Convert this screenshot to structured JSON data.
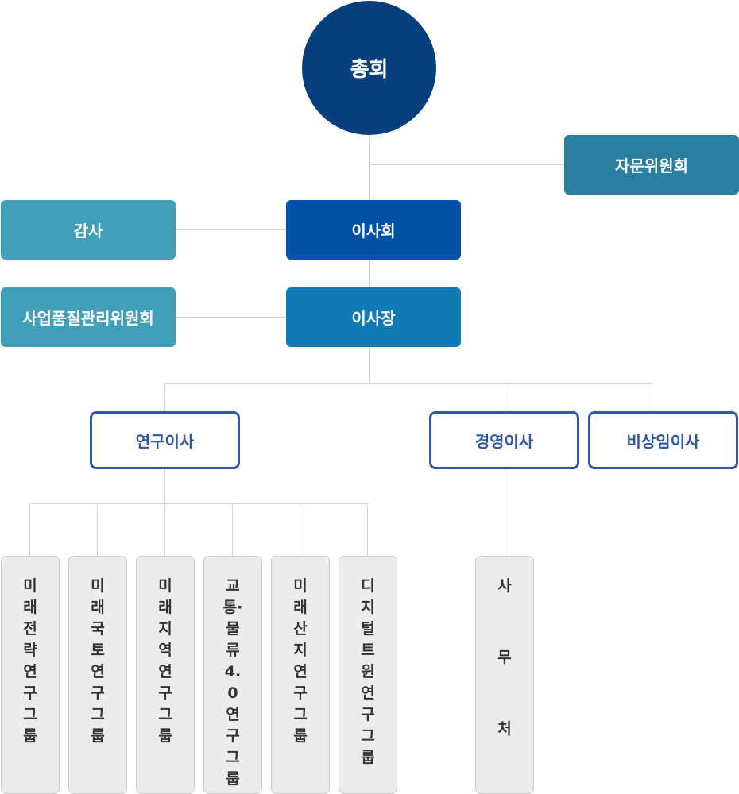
{
  "top": {
    "general_assembly": "총회",
    "advisory_committee": "자문위원회"
  },
  "board": {
    "audit": "감사",
    "board_of_directors": "이사회"
  },
  "president": {
    "quality_committee": "사업품질관리위원회",
    "chairman": "이사장"
  },
  "directors": {
    "research": "연구이사",
    "management": "경영이사",
    "non_standing": "비상임이사"
  },
  "groups": [
    "미래전략연구그룹",
    "미래국토연구그룹",
    "미래지역연구그룹",
    "교통·물류4.0연구그룹",
    "미래산지연구그룹",
    "디지털트윈연구그룹"
  ],
  "office": {
    "chars": [
      "사",
      "무",
      "처"
    ]
  },
  "colors": {
    "circle": "#063f7e",
    "advisory": "#2a7e9f",
    "audit": "#429fb9",
    "board": "#0052a6",
    "chairman": "#0f7ab5",
    "outline": "#2f57a3"
  }
}
